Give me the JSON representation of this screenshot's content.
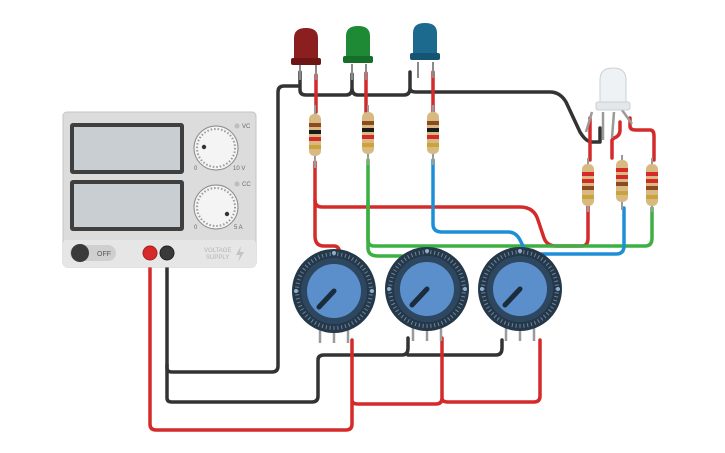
{
  "power_supply": {
    "voltage_knob": {
      "indicator": "VC",
      "min_label": "0",
      "max_label": "10 V"
    },
    "current_knob": {
      "indicator": "CC",
      "min_label": "0",
      "max_label": "5 A"
    },
    "power_switch": {
      "label": "OFF",
      "state": "off"
    },
    "brand": {
      "line1": "VOLTAGE",
      "line2": "SUPPLY"
    }
  },
  "leds": [
    {
      "name": "red-led",
      "color": "#8b1f1f"
    },
    {
      "name": "green-led",
      "color": "#1f8a35"
    },
    {
      "name": "blue-led",
      "color": "#1c6a8e"
    }
  ],
  "rgb_led": {
    "color": "#eef2f5"
  },
  "potentiometers": [
    {
      "name": "potentiometer-1",
      "knob_color": "#5b8fcc"
    },
    {
      "name": "potentiometer-2",
      "knob_color": "#5b8fcc"
    },
    {
      "name": "potentiometer-3",
      "knob_color": "#5b8fcc"
    }
  ],
  "wire_colors": {
    "red": "#d42a2a",
    "black": "#333333",
    "green": "#3cb043",
    "blue": "#1e8fd6"
  }
}
